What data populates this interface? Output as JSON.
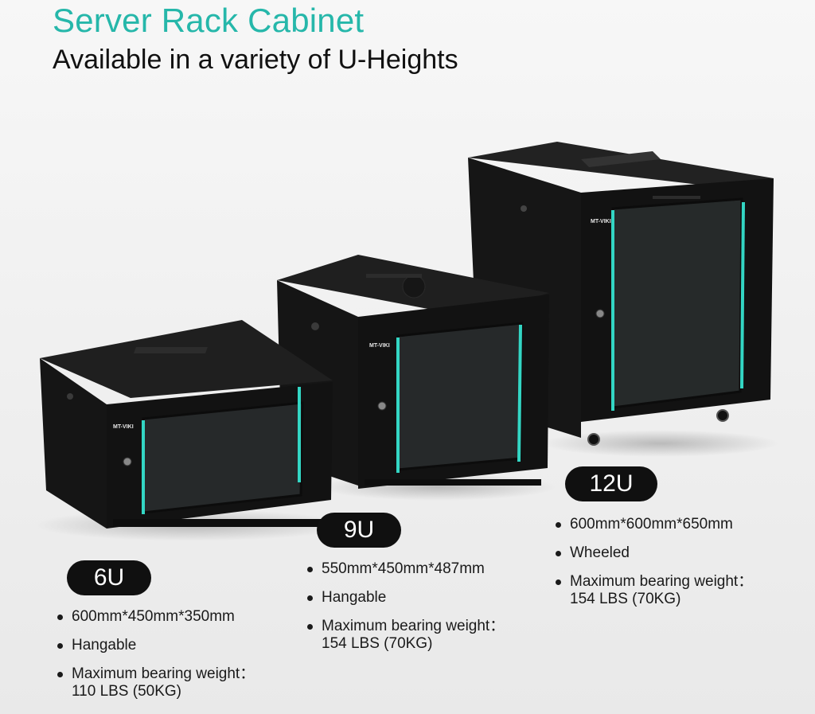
{
  "header": {
    "title": "Server Rack Cabinet",
    "subtitle": "Available in a variety of U-Heights"
  },
  "colors": {
    "accent": "#26b7aa",
    "cabinet": "#141414",
    "led_strip": "#33d6c4"
  },
  "brand_mark": "MT-VIKI",
  "cabinets": [
    {
      "size_label": "6U",
      "specs": {
        "dimensions": "600mm*450mm*350mm",
        "feature": "Hangable",
        "weight_line1": "Maximum bearing weight：",
        "weight_line2": "110 LBS (50KG)"
      }
    },
    {
      "size_label": "9U",
      "specs": {
        "dimensions": "550mm*450mm*487mm",
        "feature": "Hangable",
        "weight_line1": "Maximum bearing weight：",
        "weight_line2": "154 LBS (70KG)"
      }
    },
    {
      "size_label": "12U",
      "specs": {
        "dimensions": "600mm*600mm*650mm",
        "feature": "Wheeled",
        "weight_line1": "Maximum bearing weight：",
        "weight_line2": "154 LBS (70KG)"
      }
    }
  ]
}
